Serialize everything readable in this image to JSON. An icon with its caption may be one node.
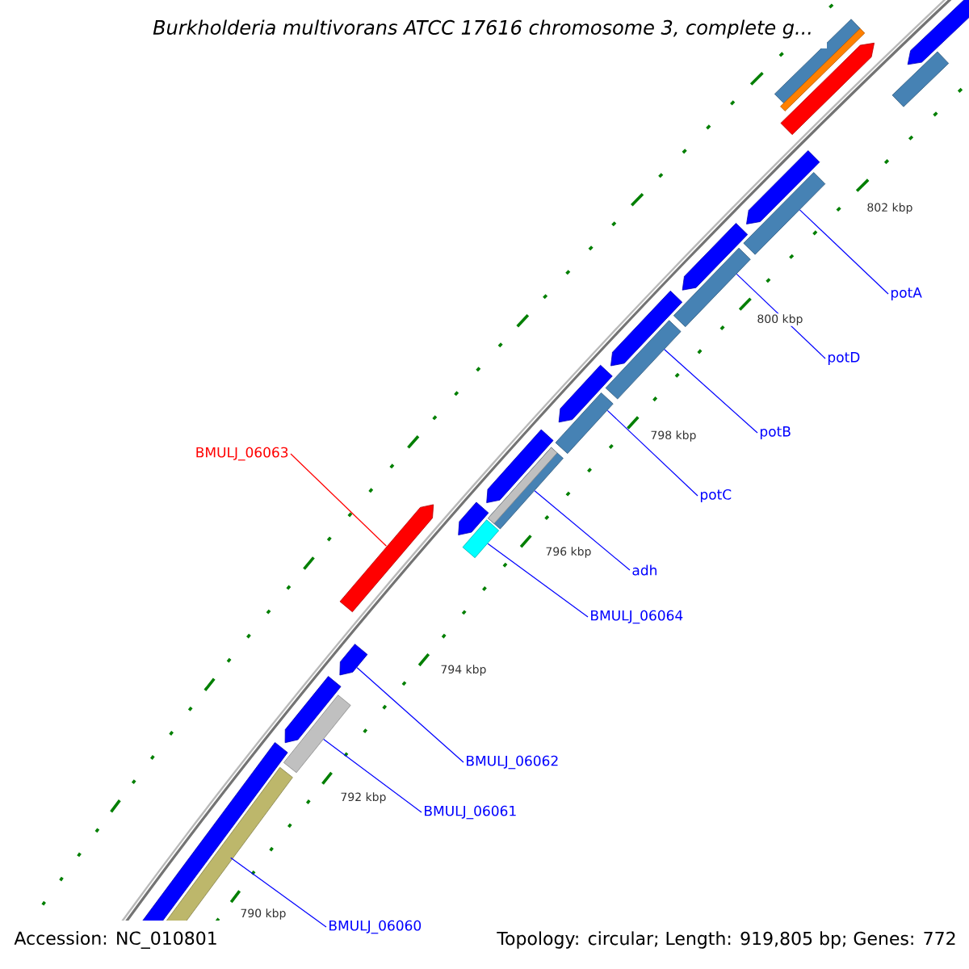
{
  "diagram": {
    "title": "Burkholderia multivorans ATCC 17616 chromosome 3, complete g...",
    "nodes": [
      {
        "text": [
          "potA"
        ]
      },
      {
        "text": [
          "potD"
        ]
      },
      {
        "text": [
          "potB"
        ]
      },
      {
        "text": [
          "BMULJ_06063"
        ]
      },
      {
        "text": [
          "potC"
        ]
      },
      {
        "text": [
          "adh"
        ]
      },
      {
        "text": [
          "BMULJ_06064"
        ]
      },
      {
        "text": [
          "BMULJ_06062"
        ]
      },
      {
        "text": [
          "BMULJ_06061"
        ]
      },
      {
        "text": [
          "BMULJ_06060"
        ]
      },
      {
        "text": [],
        "shape": "bar"
      },
      {
        "text": [],
        "shape": "bar"
      },
      {
        "text": [],
        "shape": "bar"
      },
      {
        "text": [],
        "shape": "bar"
      },
      {
        "text": [],
        "shape": "bar"
      },
      {
        "text": [],
        "shape": "bar"
      },
      {
        "text": [],
        "shape": "bar"
      },
      {
        "text": [],
        "shape": "bar"
      },
      {
        "text": [],
        "shape": "bar"
      },
      {
        "text": [],
        "shape": "bar"
      },
      {
        "text": [],
        "shape": "bar"
      },
      {
        "text": [],
        "shape": "bar"
      },
      {
        "text": [],
        "shape": "bar"
      },
      {
        "text": [],
        "shape": "bar"
      },
      {
        "text": [],
        "shape": "bar"
      },
      {
        "text": [],
        "shape": "bar"
      },
      {
        "text": [],
        "shape": "bar"
      },
      {
        "text": [],
        "shape": "bar"
      },
      {
        "text": [],
        "shape": "bar"
      },
      {
        "text": [],
        "shape": "bar"
      },
      {
        "text": [],
        "shape": "bar"
      },
      {
        "text": [],
        "shape": "bar"
      },
      {
        "text": [],
        "shape": "bar"
      }
    ],
    "edges": [
      {
        "from": 0,
        "to": 16,
        "arrow": "none"
      },
      {
        "from": 1,
        "to": 18,
        "arrow": "none"
      },
      {
        "from": 2,
        "to": 20,
        "arrow": "none"
      },
      {
        "from": 3,
        "to": 25,
        "arrow": "none",
        "color": "#ff0000"
      },
      {
        "from": 4,
        "to": 22,
        "arrow": "none"
      },
      {
        "from": 5,
        "to": 24,
        "arrow": "none"
      },
      {
        "from": 6,
        "to": 27,
        "arrow": "none"
      },
      {
        "from": 7,
        "to": 28,
        "arrow": "none"
      },
      {
        "from": 8,
        "to": 30,
        "arrow": "none"
      },
      {
        "from": 9,
        "to": 32,
        "arrow": "none"
      }
    ],
    "labels": [
      "802 kbp",
      "800 kbp",
      "798 kbp",
      "796 kbp",
      "794 kbp",
      "792 kbp",
      "790 kbp",
      "Accession: NC_010801",
      "Topology: circular; Length: 919,805 bp; Genes: 772"
    ]
  }
}
